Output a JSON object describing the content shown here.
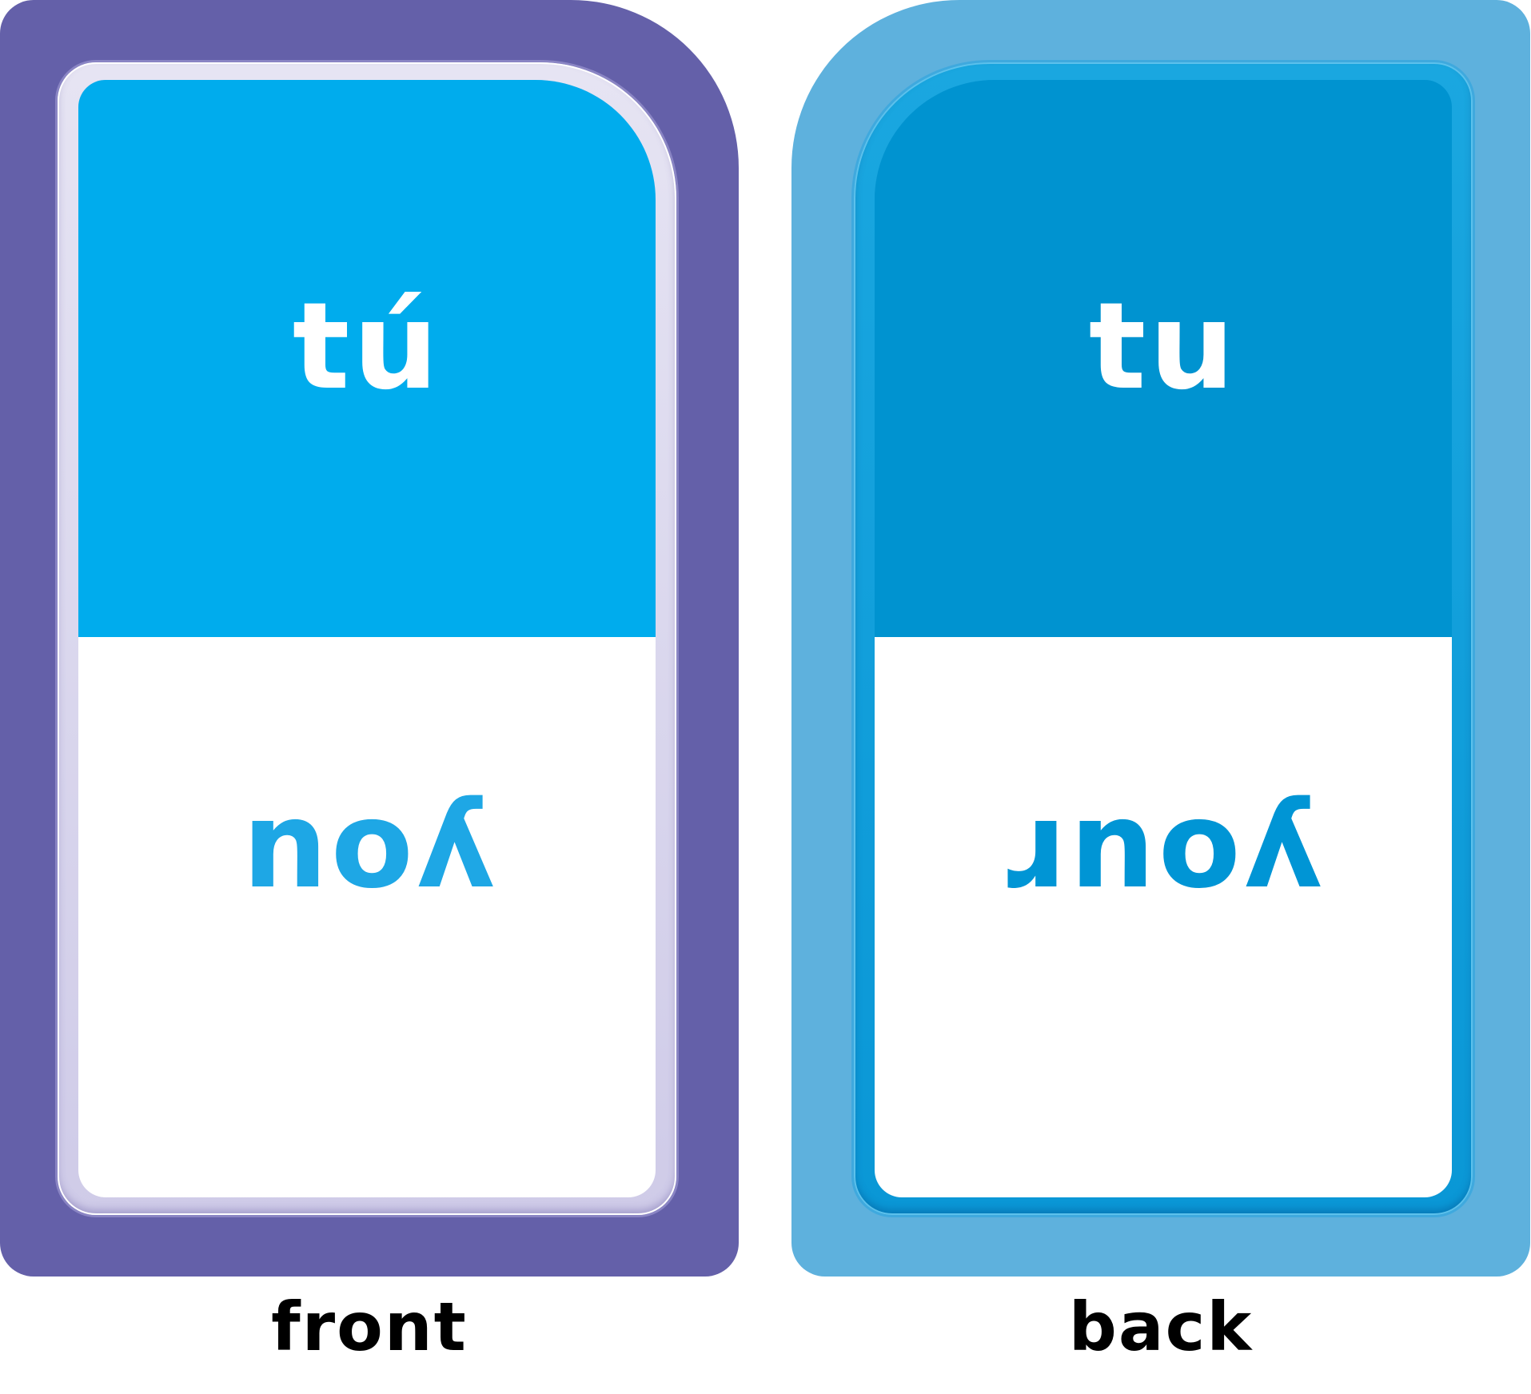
{
  "colors": {
    "front_outer": "#6460a9",
    "front_top": "#00aced",
    "front_bottom_text": "#1ea7e5",
    "back_outer": "#5eb1dd",
    "back_top": "#0093d0",
    "back_bottom_text": "#0095d5",
    "label_text": "#000000"
  },
  "front_card": {
    "top_word": "tú",
    "bottom_word": "you"
  },
  "back_card": {
    "top_word": "tu",
    "bottom_word": "your"
  },
  "labels": {
    "front": "front",
    "back": "back"
  }
}
